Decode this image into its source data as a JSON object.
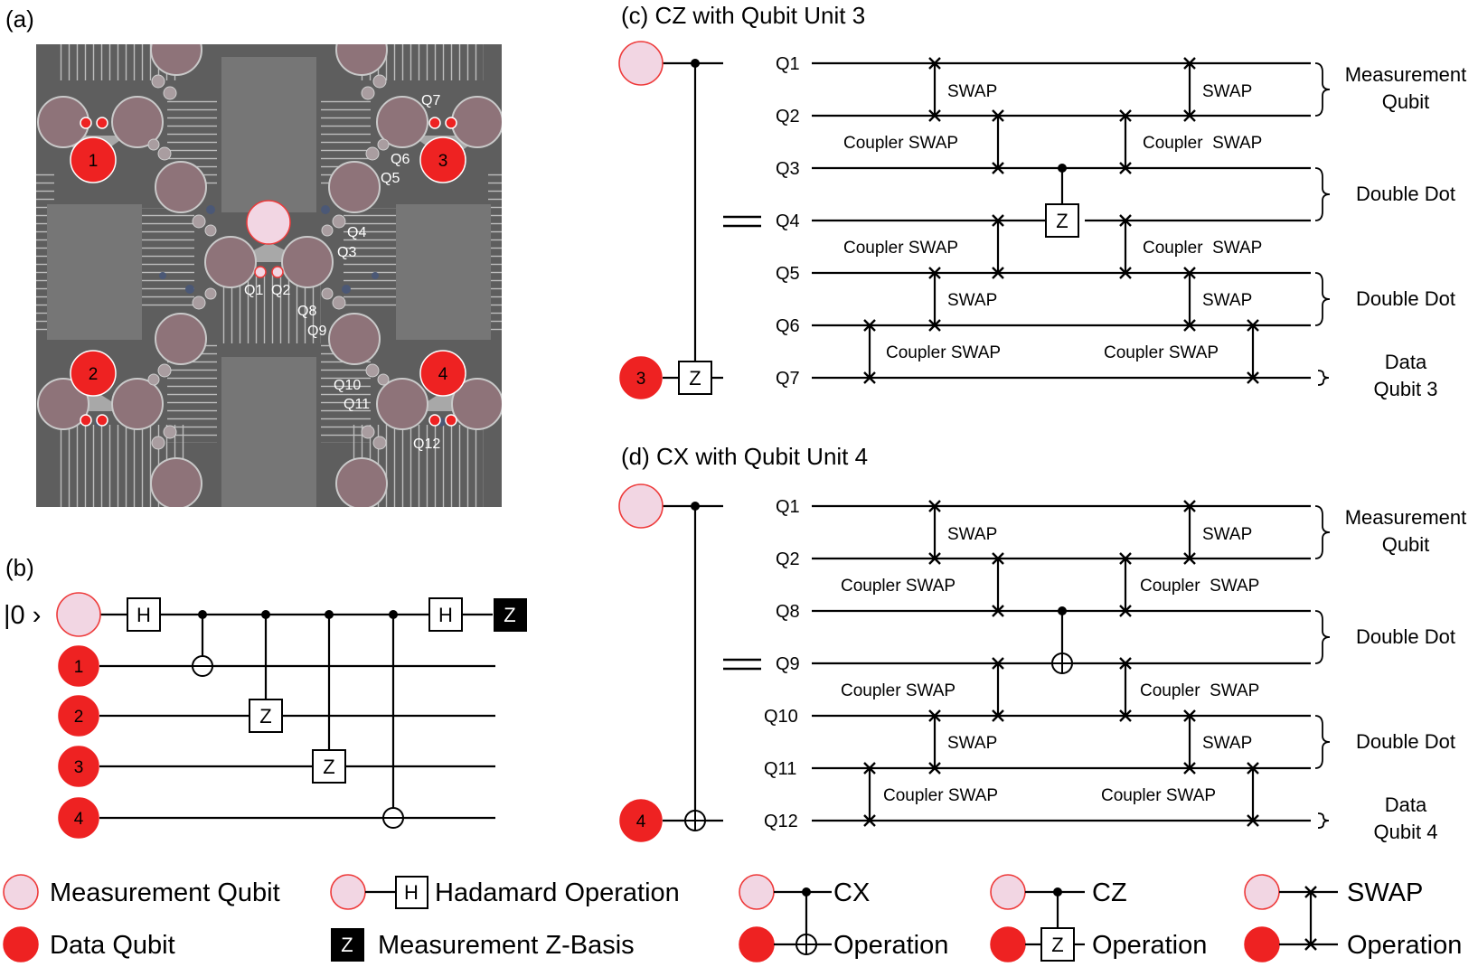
{
  "panels": {
    "a": "(a)",
    "b": "(b)",
    "c": "(c) CZ with Qubit Unit 3",
    "d": "(d) CX with Qubit Unit 4"
  },
  "chip": {
    "data_qubit_numbers": [
      "1",
      "3",
      "2",
      "4"
    ],
    "qubit_labels": [
      "Q1",
      "Q2",
      "Q3",
      "Q4",
      "Q5",
      "Q6",
      "Q7",
      "Q8",
      "Q9",
      "Q10",
      "Q11",
      "Q12"
    ],
    "colors": {
      "background": "#5e5e5e",
      "pads": "#767676",
      "measurement": "#f2d6e3",
      "data": "#ee2222",
      "dots": "#8e7379"
    }
  },
  "circuit_b": {
    "ket": "|0 ›",
    "data_numbers": [
      "1",
      "2",
      "3",
      "4"
    ],
    "gates": {
      "hadamard": "H",
      "z_gate": "Z",
      "z_measure": "Z"
    }
  },
  "circuit_c": {
    "data_number": "3",
    "z_gate": "Z",
    "wires": [
      "Q1",
      "Q2",
      "Q3",
      "Q4",
      "Q5",
      "Q6",
      "Q7"
    ],
    "swap": "SWAP",
    "coupler_swap": "Coupler SWAP",
    "coupler_swap_wide": "Coupler  SWAP",
    "groups": [
      "Measurement",
      "Qubit",
      "Double Dot",
      "Double Dot",
      "Data",
      "Qubit 3"
    ]
  },
  "circuit_d": {
    "data_number": "4",
    "wires": [
      "Q1",
      "Q2",
      "Q8",
      "Q9",
      "Q10",
      "Q11",
      "Q12"
    ],
    "swap": "SWAP",
    "coupler_swap": "Coupler SWAP",
    "coupler_swap_wide": "Coupler  SWAP",
    "groups": [
      "Measurement",
      "Qubit",
      "Double Dot",
      "Double Dot",
      "Data",
      "Qubit 4"
    ]
  },
  "legend": {
    "measurement_qubit": "Measurement Qubit",
    "data_qubit": "Data Qubit",
    "h_box": "H",
    "hadamard": "Hadamard Operation",
    "z_box": "Z",
    "measurement_z": "Measurement Z-Basis",
    "cx": "CX",
    "cx_op": "Operation",
    "cz": "CZ",
    "cz_box": "Z",
    "cz_op": "Operation",
    "swap": "SWAP",
    "swap_op": "Operation"
  }
}
